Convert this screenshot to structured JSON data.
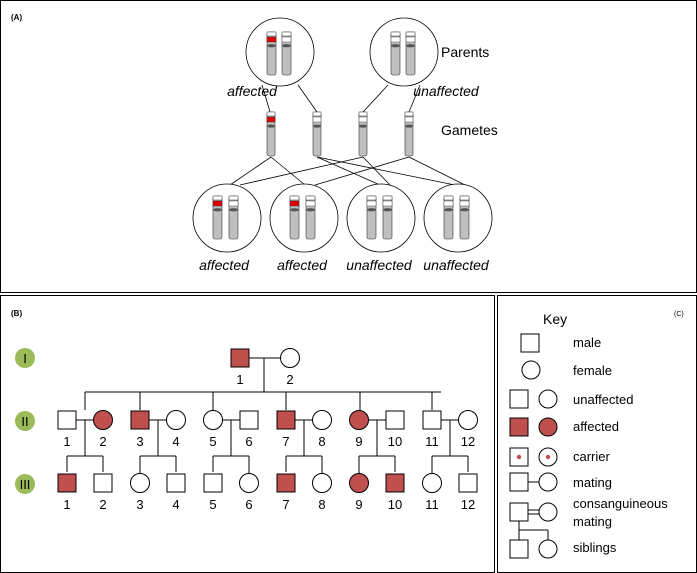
{
  "colors": {
    "affected": "#c0504d",
    "generation_badge": "#9bbb59",
    "chromosome": "#bfbfbf",
    "mutation": "#e00000"
  },
  "panel_a": {
    "label": "(A)",
    "parents_label": "Parents",
    "gametes_label": "Gametes",
    "parent_left_status": "affected",
    "parent_right_status": "unaffected",
    "offspring_status": [
      "affected",
      "affected",
      "unaffected",
      "unaffected"
    ]
  },
  "panel_b": {
    "label": "(B)",
    "generations": [
      "I",
      "II",
      "III"
    ],
    "gen1": [
      {
        "num": "1",
        "sex": "male",
        "affected": true
      },
      {
        "num": "2",
        "sex": "female",
        "affected": false
      }
    ],
    "gen2": [
      {
        "num": "1",
        "sex": "male",
        "affected": false
      },
      {
        "num": "2",
        "sex": "female",
        "affected": true
      },
      {
        "num": "3",
        "sex": "male",
        "affected": true
      },
      {
        "num": "4",
        "sex": "female",
        "affected": false
      },
      {
        "num": "5",
        "sex": "female",
        "affected": false
      },
      {
        "num": "6",
        "sex": "male",
        "affected": false
      },
      {
        "num": "7",
        "sex": "male",
        "affected": true
      },
      {
        "num": "8",
        "sex": "female",
        "affected": false
      },
      {
        "num": "9",
        "sex": "female",
        "affected": true
      },
      {
        "num": "10",
        "sex": "male",
        "affected": false
      },
      {
        "num": "11",
        "sex": "male",
        "affected": false
      },
      {
        "num": "12",
        "sex": "female",
        "affected": false
      }
    ],
    "gen3": [
      {
        "num": "1",
        "sex": "male",
        "affected": true
      },
      {
        "num": "2",
        "sex": "male",
        "affected": false
      },
      {
        "num": "3",
        "sex": "female",
        "affected": false
      },
      {
        "num": "4",
        "sex": "male",
        "affected": false
      },
      {
        "num": "5",
        "sex": "male",
        "affected": false
      },
      {
        "num": "6",
        "sex": "female",
        "affected": false
      },
      {
        "num": "7",
        "sex": "male",
        "affected": true
      },
      {
        "num": "8",
        "sex": "female",
        "affected": false
      },
      {
        "num": "9",
        "sex": "female",
        "affected": true
      },
      {
        "num": "10",
        "sex": "male",
        "affected": true
      },
      {
        "num": "11",
        "sex": "female",
        "affected": false
      },
      {
        "num": "12",
        "sex": "male",
        "affected": false
      }
    ]
  },
  "panel_c": {
    "label": "(C)",
    "title": "Key",
    "items": {
      "male": "male",
      "female": "female",
      "unaffected": "unaffected",
      "affected": "affected",
      "carrier": "carrier",
      "mating": "mating",
      "consanguineous_line1": "consanguineous",
      "consanguineous_line2": "mating",
      "siblings": "siblings"
    }
  }
}
